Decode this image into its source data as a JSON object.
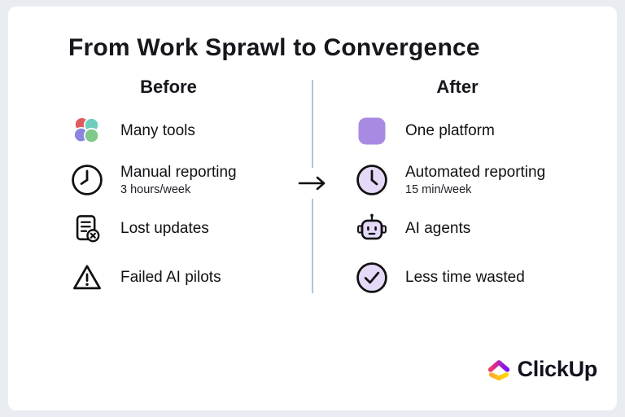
{
  "title": "From Work Sprawl to Convergence",
  "before": {
    "heading": "Before",
    "items": [
      {
        "icon": "many-tools-icon",
        "label": "Many tools"
      },
      {
        "icon": "clock-icon",
        "label": "Manual reporting",
        "sub": "3 hours/week"
      },
      {
        "icon": "lost-updates-icon",
        "label": "Lost updates"
      },
      {
        "icon": "warning-triangle-icon",
        "label": "Failed AI pilots"
      }
    ]
  },
  "after": {
    "heading": "After",
    "items": [
      {
        "icon": "platform-square-icon",
        "label": "One platform"
      },
      {
        "icon": "clock-icon",
        "label": "Automated reporting",
        "sub": "15 min/week"
      },
      {
        "icon": "robot-icon",
        "label": "AI agents"
      },
      {
        "icon": "check-circle-icon",
        "label": "Less time wasted"
      }
    ]
  },
  "arrow_icon": "arrow-right-icon",
  "logo": {
    "brand": "ClickUp",
    "icon": "clickup-logo-icon"
  },
  "colors": {
    "accent_purple": "#a98ae3",
    "icon_fill_purple": "#e4d9f7",
    "divider_blue": "#a9c7e2",
    "tool_red": "#e05c5c",
    "tool_teal": "#6fcdbd",
    "tool_purple": "#8b85e0",
    "tool_green": "#7fc98a",
    "background": "#e9ecf1",
    "card": "#ffffff",
    "text": "#16161d"
  }
}
